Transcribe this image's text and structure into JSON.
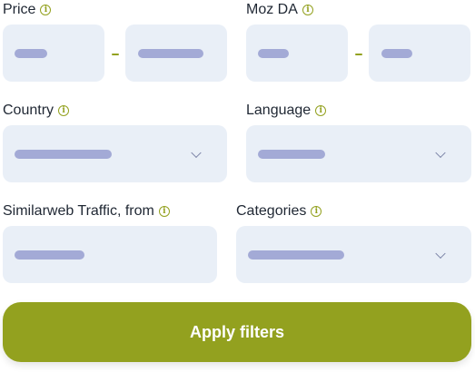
{
  "colors": {
    "accent": "#93a11f",
    "field_bg": "#e9eff7",
    "placeholder_bar": "#a3aad6"
  },
  "filters": {
    "price": {
      "label": "Price",
      "info_icon": "info-icon",
      "range_separator": "-"
    },
    "moz_da": {
      "label": "Moz DA",
      "info_icon": "info-icon",
      "range_separator": "-"
    },
    "country": {
      "label": "Country",
      "info_icon": "info-icon",
      "control": "select"
    },
    "language": {
      "label": "Language",
      "info_icon": "info-icon",
      "control": "select"
    },
    "similarweb": {
      "label": "Similarweb Traffic, from",
      "info_icon": "info-icon"
    },
    "categories": {
      "label": "Categories",
      "info_icon": "info-icon",
      "control": "select"
    }
  },
  "info_glyph": "i",
  "apply_button": {
    "label": "Apply filters"
  }
}
